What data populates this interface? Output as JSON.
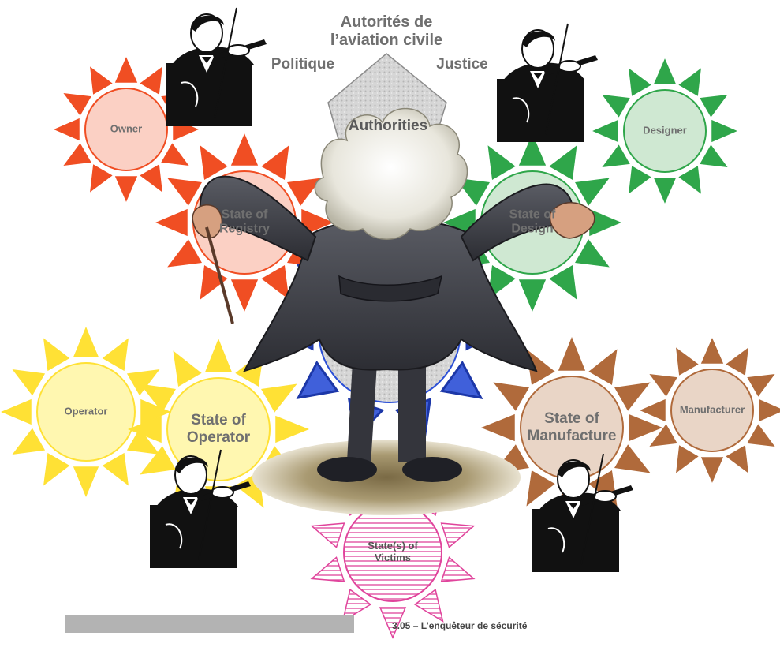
{
  "authorities": {
    "title": "Autorités de\nl’aviation civile",
    "left": "Politique",
    "right": "Justice",
    "center": "Authorities"
  },
  "suns": [
    {
      "key": "owner",
      "label": "Owner",
      "color": "#f04e23",
      "fill": "#fbd0c4"
    },
    {
      "key": "registry",
      "label": "State of\nRegistry",
      "color": "#f04e23",
      "fill": "#fbd0c4"
    },
    {
      "key": "designer",
      "label": "Designer",
      "color": "#2fa64a",
      "fill": "#cfe8d2"
    },
    {
      "key": "state_design",
      "label": "State of\nDesign",
      "color": "#2fa64a",
      "fill": "#cfe8d2"
    },
    {
      "key": "operator",
      "label": "Operator",
      "color": "#ffe135",
      "fill": "#fff7b0"
    },
    {
      "key": "state_operator",
      "label": "State of\nOperator",
      "color": "#ffe135",
      "fill": "#fff7b0"
    },
    {
      "key": "manufacturer",
      "label": "Manufacturer",
      "color": "#b06a3b",
      "fill": "#e9d5c6"
    },
    {
      "key": "state_manufacture",
      "label": "State of\nManufacture",
      "color": "#b06a3b",
      "fill": "#e9d5c6"
    },
    {
      "key": "victims",
      "label": "State(s) of\nVictims",
      "color": "#e0449c",
      "fill": "#ffffff"
    },
    {
      "key": "center",
      "label": "",
      "color": "#2b4fd6",
      "fill": "#c8c8c8"
    }
  ],
  "footer": {
    "text": "3.05 – L’enquêteur de sécurité"
  },
  "icons": [
    "violinist-icon",
    "conductor-icon"
  ]
}
